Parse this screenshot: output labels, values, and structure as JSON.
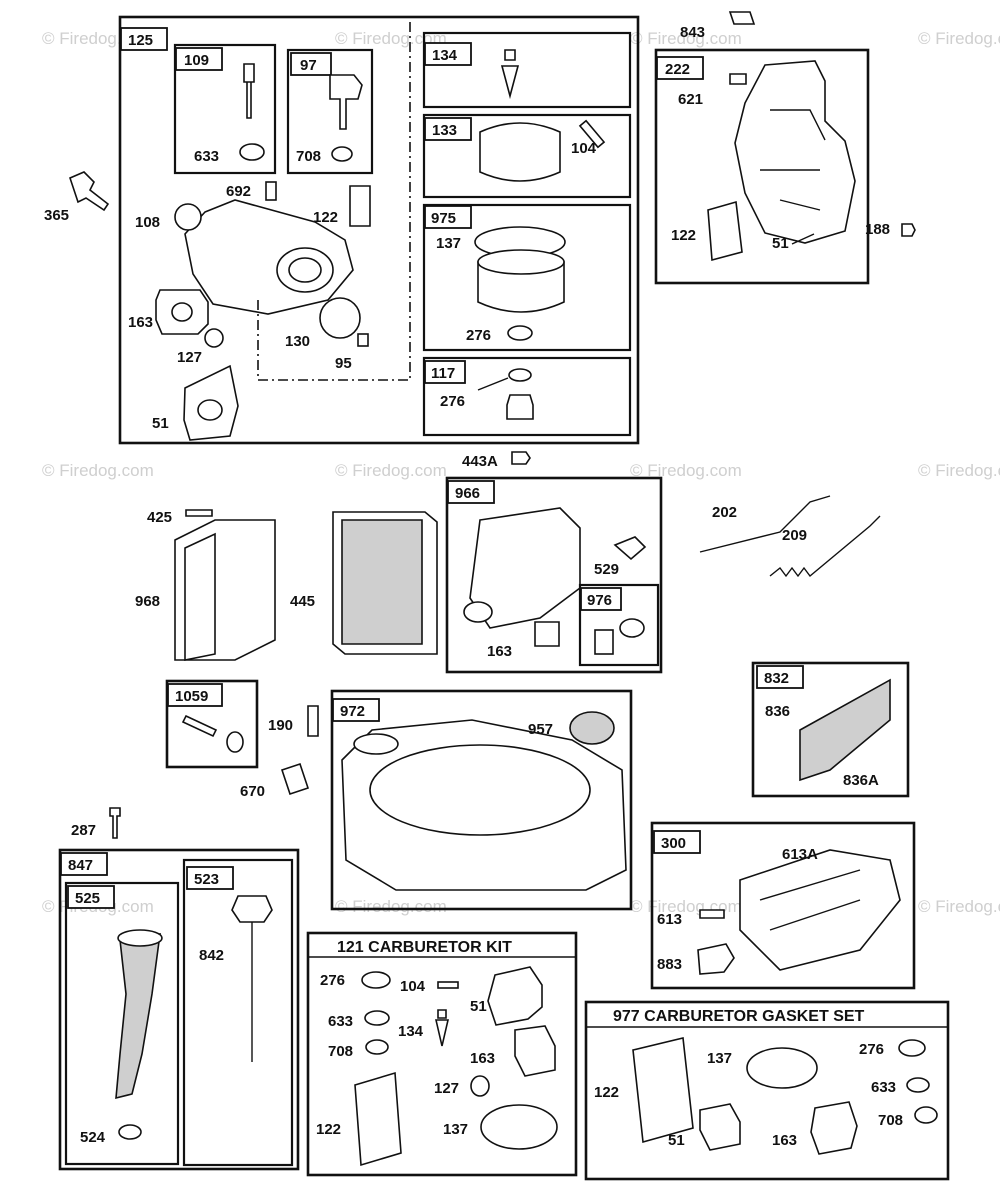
{
  "watermarks": [
    {
      "id": "wm1",
      "text": "© Firedog.com"
    },
    {
      "id": "wm2",
      "text": "© Firedog.com"
    },
    {
      "id": "wm3",
      "text": "© Firedog.com"
    },
    {
      "id": "wm4",
      "text": "© Firedog.com"
    },
    {
      "id": "wm5",
      "text": "© Firedog.com"
    },
    {
      "id": "wm6",
      "text": "© Firedog.com"
    },
    {
      "id": "wm7",
      "text": "© Firedog.com"
    },
    {
      "id": "wm8",
      "text": "© Firedog.com"
    },
    {
      "id": "wm9",
      "text": "© Firedog.com"
    },
    {
      "id": "wm10",
      "text": "© Firedog.com"
    },
    {
      "id": "wm11",
      "text": "© Firedog.com"
    },
    {
      "id": "wm12",
      "text": "© Firedog.com"
    }
  ],
  "kits": {
    "carburetor_kit": "121 CARBURETOR KIT",
    "gasket_set": "977 CARBURETOR  GASKET SET"
  },
  "tags": {
    "t125": "125",
    "t109": "109",
    "t97": "97",
    "t134": "134",
    "t133": "133",
    "t975": "975",
    "t117": "117",
    "t222": "222",
    "t966": "966",
    "t976": "976",
    "t1059": "1059",
    "t972": "972",
    "t832": "832",
    "t847": "847",
    "t525": "525",
    "t523": "523",
    "t300": "300"
  },
  "labels": {
    "l843": "843",
    "l633a": "633",
    "l708a": "708",
    "l365": "365",
    "l108": "108",
    "l692": "692",
    "l122a": "122",
    "l163a": "163",
    "l127a": "127",
    "l130": "130",
    "l95": "95",
    "l51a": "51",
    "l104a": "104",
    "l137a": "137",
    "l276a": "276",
    "l276b": "276",
    "l621": "621",
    "l122b": "122",
    "l51b": "51",
    "l188": "188",
    "l443a": "443A",
    "l425": "425",
    "l968": "968",
    "l445": "445",
    "l529": "529",
    "l163b": "163",
    "l202": "202",
    "l209": "209",
    "l190": "190",
    "l670": "670",
    "l957": "957",
    "l836": "836",
    "l836a": "836A",
    "l287": "287",
    "l842": "842",
    "l524": "524",
    "l613a": "613A",
    "l613": "613",
    "l883": "883",
    "k276": "276",
    "k104": "104",
    "k51": "51",
    "k633": "633",
    "k134": "134",
    "k708": "708",
    "k163": "163",
    "k127": "127",
    "k122": "122",
    "k137": "137",
    "g137": "137",
    "g276": "276",
    "g633": "633",
    "g122": "122",
    "g708": "708",
    "g51": "51",
    "g163": "163"
  }
}
